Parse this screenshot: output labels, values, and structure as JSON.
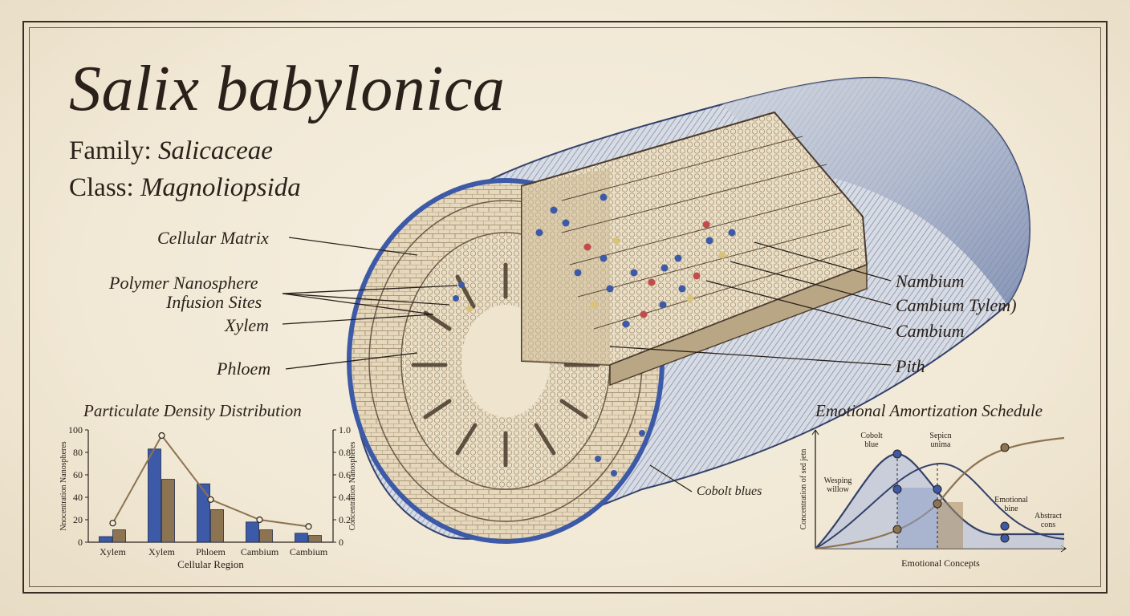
{
  "header": {
    "title": "Salix babylonica",
    "family_label": "Family:",
    "family_value": "Salicaceae",
    "class_label": "Class:",
    "class_value": "Magnoliopsida"
  },
  "labels_left": {
    "cellular_matrix": "Cellular Matrix",
    "polymer_line1": "Polymer Nanosphere",
    "polymer_line2": "Infusion Sites",
    "xylem": "Xylem",
    "phloem": "Phloem"
  },
  "labels_right": {
    "nambium": "Nambium",
    "cambium_tylem": "Cambium Tylem)",
    "cambium": "Cambium",
    "pith": "Pith"
  },
  "cobolt_label": "Cobolt blues",
  "colors": {
    "ink": "#2a211a",
    "blue": "#3d5aa8",
    "tan": "#8c7452",
    "bark_blue": "#4a63a0",
    "paper": "#f3ead8"
  },
  "chart_data": [
    {
      "type": "bar",
      "title": "Particulate Density Distribution",
      "xlabel": "Cellular Region",
      "ylabel": "Nnocentration Nanospheres",
      "y2label": "Concentration Nanospheres",
      "categories": [
        "Xylem",
        "Xylem",
        "Phloem",
        "Cambium",
        "Cambium"
      ],
      "ylim": [
        0,
        100
      ],
      "yticks": [
        "0",
        "20",
        "40",
        "60",
        "80",
        "100"
      ],
      "y2lim": [
        0,
        1.0
      ],
      "y2ticks": [
        "0",
        "0.2",
        "0.4",
        "0.6",
        "0.8",
        "1.0"
      ],
      "series": [
        {
          "values": [
            5,
            83,
            52,
            18,
            8
          ],
          "color": "#3d5aa8"
        },
        {
          "values": [
            11,
            56,
            29,
            11,
            6
          ],
          "color": "#8c7452"
        }
      ],
      "line": {
        "values": [
          0.17,
          0.95,
          0.38,
          0.2,
          0.14
        ],
        "color": "#8c7452"
      },
      "grid": false
    },
    {
      "type": "area",
      "title": "Emotional Amortization Schedule",
      "xlabel": "Emotional Concepts",
      "ylabel": "Concentration of sed jetn",
      "annotations": [
        {
          "text": "Cobolt blue"
        },
        {
          "text": "Sepicn unima"
        },
        {
          "text": "Wesping willow"
        },
        {
          "text": "Emotional bine"
        },
        {
          "text": "Abstract cons"
        }
      ]
    }
  ]
}
